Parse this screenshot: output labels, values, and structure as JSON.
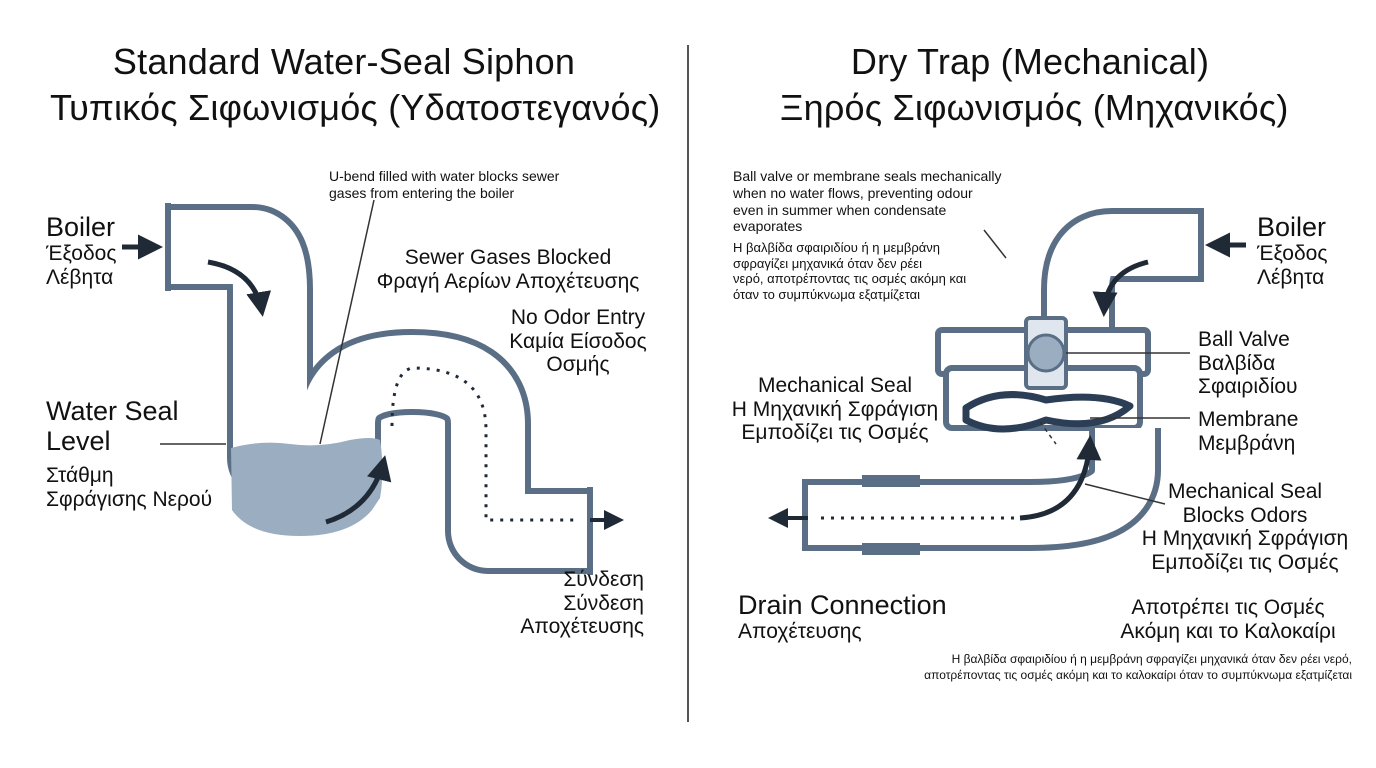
{
  "colors": {
    "pipe_fill": "#ffffff",
    "pipe_stroke": "#5a6f86",
    "water": "#9badc1",
    "arrow": "#1f2a36",
    "membrane": "#2c3e56",
    "divider": "#555555"
  },
  "left_panel": {
    "title_en": "Standard Water-Seal Siphon",
    "title_el": "Τυπικός Σιφωνισμός (Υδατοστεγανός)",
    "annotation_ubend": [
      "U-bend filled with water blocks sewer",
      "gases from entering the boiler"
    ],
    "inlet_label": [
      "Boiler",
      "Έξοδος",
      "Λέβητα"
    ],
    "water_seal_label": [
      "Water Seal",
      "Level"
    ],
    "water_seal_label_el": [
      "Στάθμη",
      "Σφράγισης Νερού"
    ],
    "sewer_gases_label": [
      "Sewer Gases Blocked",
      "Φραγή Αερίων Αποχέτευσης"
    ],
    "no_odor_label": [
      "No Odor Entry",
      "Καμία Είσοδος",
      "Οσμής"
    ],
    "outlet_label": [
      "Σύνδεση",
      "Σύνδεση",
      "Αποχέτευσης"
    ]
  },
  "right_panel": {
    "title_en": "Dry Trap (Mechanical)",
    "title_el": "Ξηρός Σιφωνισμός (Μηχανικός)",
    "annotation_en": [
      "Ball valve or membrane seals mechanically",
      "when no water flows, preventing odour",
      "even in summer when condensate",
      "evaporates"
    ],
    "annotation_el": [
      "Η βαλβίδα σφαιριδίου ή η μεμβράνη",
      "σφραγίζει μηχανικά όταν δεν ρέει",
      "νερό, αποτρέποντας τις οσμές ακόμη και",
      "όταν το συμπύκνωμα εξατμίζεται"
    ],
    "inlet_label": [
      "Boiler",
      "Έξοδος",
      "Λέβητα"
    ],
    "ball_valve_label": [
      "Ball Valve",
      "Βαλβίδα",
      "Σφαιριδίου"
    ],
    "membrane_label": [
      "Membrane",
      "Μεμβράνη"
    ],
    "mech_seal_left": [
      "Mechanical Seal",
      "Η Μηχανική Σφράγιση",
      "Εμποδίζει τις Οσμές"
    ],
    "mech_seal_right": [
      "Mechanical Seal",
      "Blocks Odors",
      "Η Μηχανική Σφράγιση",
      "Εμποδίζει τις Οσμές"
    ],
    "drain_label_en": "Drain Connection",
    "drain_label_el": "Αποχέτευσης",
    "prevents_label": [
      "Αποτρέπει τις Οσμές",
      "Ακόμη και το Καλοκαίρι"
    ],
    "footer_note": [
      "Η βαλβίδα σφαιριδίου ή η μεμβράνη σφραγίζει μηχανικά όταν δεν ρέει νερό,",
      "αποτρέποντας τις οσμές ακόμη και το καλοκαίρι όταν το συμπύκνωμα εξατμίζεται"
    ]
  }
}
